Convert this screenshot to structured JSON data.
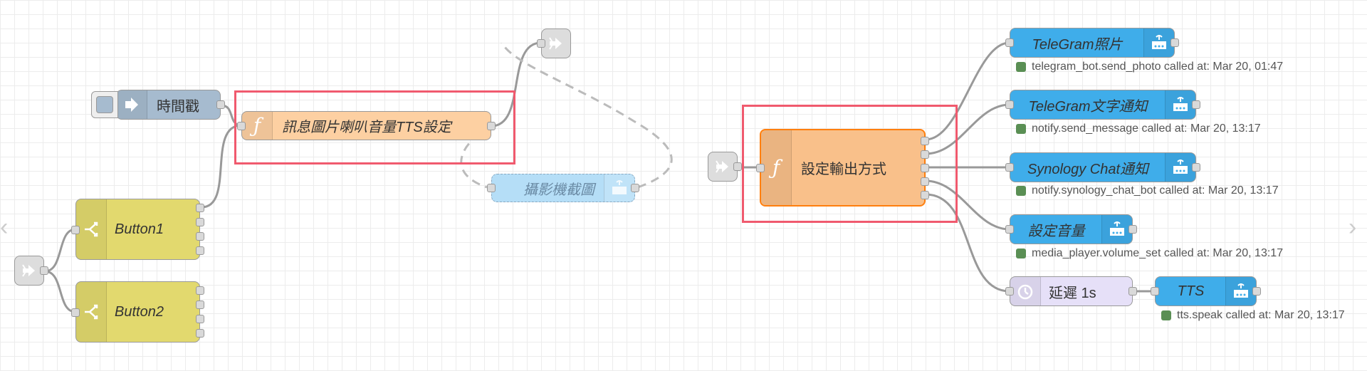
{
  "colors": {
    "inject": "#a6bbcf",
    "function": "#fdd0a2",
    "function_selected": "#f9c08a",
    "homeassistant": "#3fadea",
    "disabled_node": "#b5def7",
    "delay": "#e6e0f8",
    "button": "#e2d96e",
    "highlight": "#f05a6e",
    "status_green": "#5a8f54"
  },
  "nodes": {
    "timestamp_inject": {
      "label": "時間戳",
      "icon": "arrow-in-icon"
    },
    "function_msg": {
      "label": "訊息圖片喇叭音量TTS設定",
      "icon": "function-icon"
    },
    "camera_snapshot": {
      "label": "攝影機截圖",
      "icon": "home-assistant-icon"
    },
    "button1": {
      "label": "Button1",
      "icon": "switch-icon"
    },
    "button2": {
      "label": "Button2",
      "icon": "switch-icon"
    },
    "function_output": {
      "label": "設定輸出方式",
      "icon": "function-icon"
    },
    "telegram_photo": {
      "label": "TeleGram照片",
      "icon": "home-assistant-icon"
    },
    "telegram_text": {
      "label": "TeleGram文字通知",
      "icon": "home-assistant-icon"
    },
    "synology_chat": {
      "label": "Synology Chat通知",
      "icon": "home-assistant-icon"
    },
    "set_volume": {
      "label": "設定音量",
      "icon": "home-assistant-icon"
    },
    "delay": {
      "label": "延遲 1s",
      "icon": "timer-icon"
    },
    "tts": {
      "label": "TTS",
      "icon": "home-assistant-icon"
    }
  },
  "statuses": {
    "telegram_photo": "telegram_bot.send_photo called at: Mar 20, 01:47",
    "telegram_text": "notify.send_message called at: Mar 20, 13:17",
    "synology_chat": "notify.synology_chat_bot called at: Mar 20, 13:17",
    "set_volume": "media_player.volume_set called at: Mar 20, 13:17",
    "tts": "tts.speak called at: Mar 20, 13:17"
  },
  "links": {
    "link_in_label": "",
    "link_out_label": ""
  }
}
